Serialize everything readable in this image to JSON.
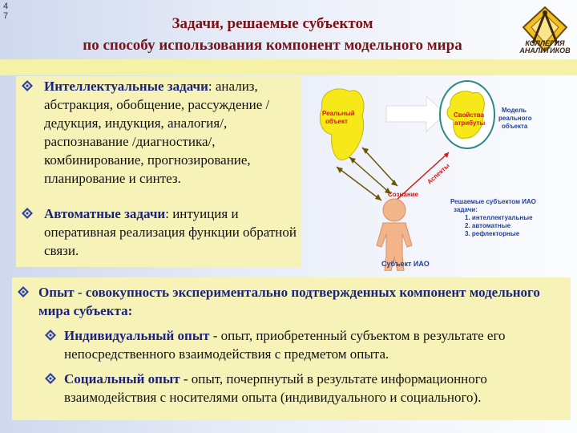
{
  "slide_number_digits": [
    "4",
    "7"
  ],
  "title": {
    "line1": "Задачи, решаемые субъектом",
    "line2": "по способу использования компонент модельного мира"
  },
  "logo": {
    "line1": "КОЛЛЕГИЯ",
    "line2": "АНАЛИТИКОВ",
    "icon": "compass-logo"
  },
  "box1": {
    "item1_term": "Интеллектуальные задачи",
    "item1_text": ": анализ, абстракция, обобщение, рассуждение /дедукция, индукция, аналогия/, распознавание /диагностика/, комбинирование, прогнозирование, планирование и синтез.",
    "item2_term": "Автоматные задачи",
    "item2_text": ": интуиция и оперативная реализация функции обратной связи."
  },
  "diagram": {
    "real_object": "Реальный объект",
    "properties": "Свойства атрибуты",
    "model": "Модель реального объекта",
    "aspects": "Аспекты",
    "consciousness": "Сознание",
    "tasks_title": "Решаемые субъектом ИАО задачи:",
    "task1": "1. интеллектуальные",
    "task2": "2. автоматные",
    "task3": "3. рефлекторные",
    "subject": "Субъект ИАО"
  },
  "box2": {
    "head_term": "Опыт",
    "head_text": " - совокупность экспериментально подтвержденных компонент модельного мира субъекта:",
    "sub1_term": "Индивидуальный опыт",
    "sub1_text": " - опыт, приобретенный субъектом в результате его непосредственного взаимодействия с предметом опыта.",
    "sub2_term": "Социальный опыт",
    "sub2_text": " - опыт, почерпнутый в результате информационного взаимодействия с носителями опыта (индивидуального и социального)."
  },
  "colors": {
    "title": "#7a1218",
    "heading_terms": "#1a237e",
    "box_fill": "#f7f3b8",
    "diagram_red": "#d11a1a",
    "diagram_blue": "#1e3f9e"
  }
}
